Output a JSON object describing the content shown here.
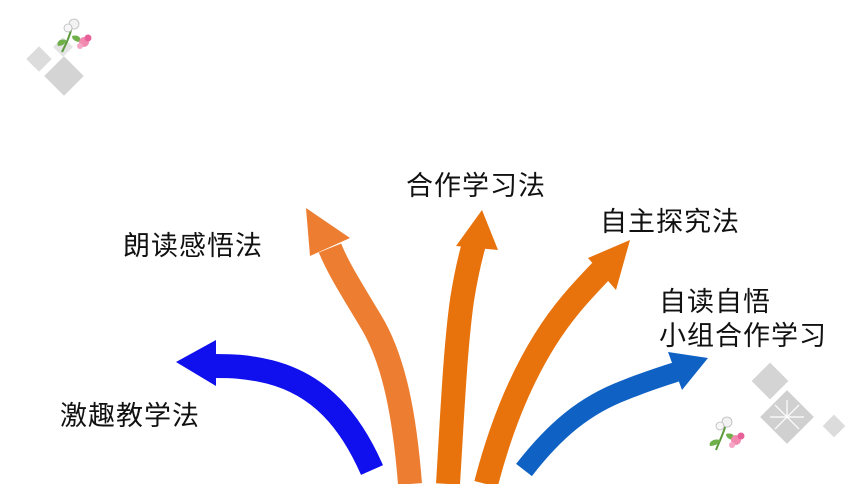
{
  "slide": {
    "labels": {
      "interest": "激趣教学法",
      "reading": "朗读感悟法",
      "cooperation": "合作学习法",
      "inquiry": "自主探究法",
      "self_study_line1": "自读自悟",
      "self_study_line2": "小组合作学习"
    }
  },
  "colors": {
    "arrow_blue": "#1010ee",
    "arrow_orange_light": "#ed7d31",
    "arrow_orange": "#e8730c",
    "arrow_steel_blue": "#0f62c4",
    "diamond_gray": "#d9d9d9",
    "text": "#111111"
  },
  "decorations": {
    "top_left": "flower-diamond-icon",
    "bottom_right": "flower-diamond-icon"
  }
}
